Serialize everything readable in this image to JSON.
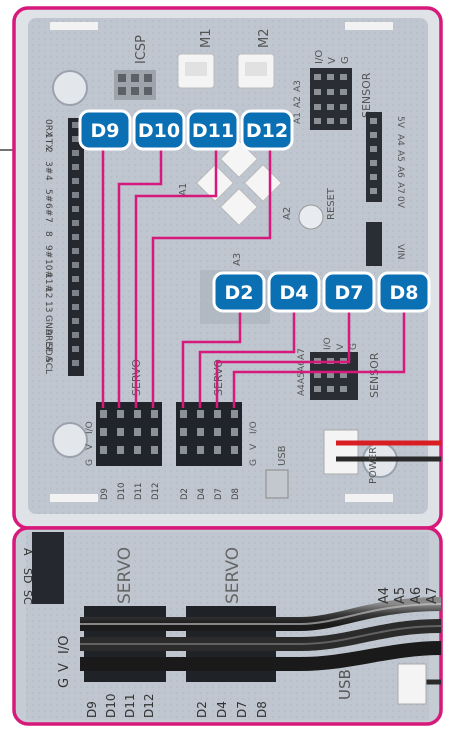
{
  "board": {
    "top_labels": [
      "ICSP",
      "M1",
      "M2"
    ],
    "sensor_label": "SENSOR",
    "io_row": [
      "I/O",
      "V",
      "G"
    ],
    "analog_top": [
      "A1",
      "A2",
      "A3"
    ],
    "analog_right": [
      "5V",
      "A4",
      "A5",
      "A6",
      "A7",
      "0V"
    ],
    "vin_label": "VIN",
    "reset_label": "RESET",
    "a_labels": [
      "A1",
      "A2",
      "A3"
    ],
    "left_pins": [
      "0RX",
      "1TX",
      "2",
      "3#",
      "4",
      "5#",
      "6#",
      "7",
      "8",
      "9#",
      "10#",
      "11#",
      "12",
      "13",
      "GND",
      "AREF",
      "SDA",
      "SCL"
    ],
    "servo_label": "SERVO",
    "servo_label_2": "SERVO",
    "gvio": [
      "G",
      "V",
      "I/O"
    ],
    "gvio_2": [
      "G",
      "V",
      "I/O"
    ],
    "bottom_pins_left": [
      "D9",
      "D10",
      "D11",
      "D12"
    ],
    "bottom_pins_right": [
      "D2",
      "D4",
      "D7",
      "D8"
    ],
    "usb_label": "USB",
    "power_label": "POWER",
    "sensor_label_2": "SENSOR",
    "sensor_io": [
      "I/O",
      "V",
      "G"
    ],
    "analog_row": [
      "A4",
      "A5",
      "A6",
      "A7"
    ]
  },
  "callouts_top": [
    "D9",
    "D10",
    "D11",
    "D12"
  ],
  "callouts_mid": [
    "D2",
    "D4",
    "D7",
    "D8"
  ],
  "zoom": {
    "servo_labels": [
      "SERVO",
      "SERVO"
    ],
    "gvio": [
      "G",
      "V",
      "I/O"
    ],
    "pins_left": [
      "D9",
      "D10",
      "D11",
      "D12"
    ],
    "pins_right": [
      "D2",
      "D4",
      "D7",
      "D8"
    ],
    "usb_label": "USB",
    "left_side": [
      "A",
      "SD",
      "SC"
    ],
    "analog_row": [
      "A4",
      "A5",
      "A6",
      "A7"
    ]
  },
  "colors": {
    "frame": "#d6197a",
    "callout_fill": "#0b6fb4",
    "callout_border": "#ffffff",
    "board": "#c9ced5",
    "header": "#1c1f24",
    "wire_red": "#d81d23",
    "wire_black": "#2a2a2a"
  }
}
